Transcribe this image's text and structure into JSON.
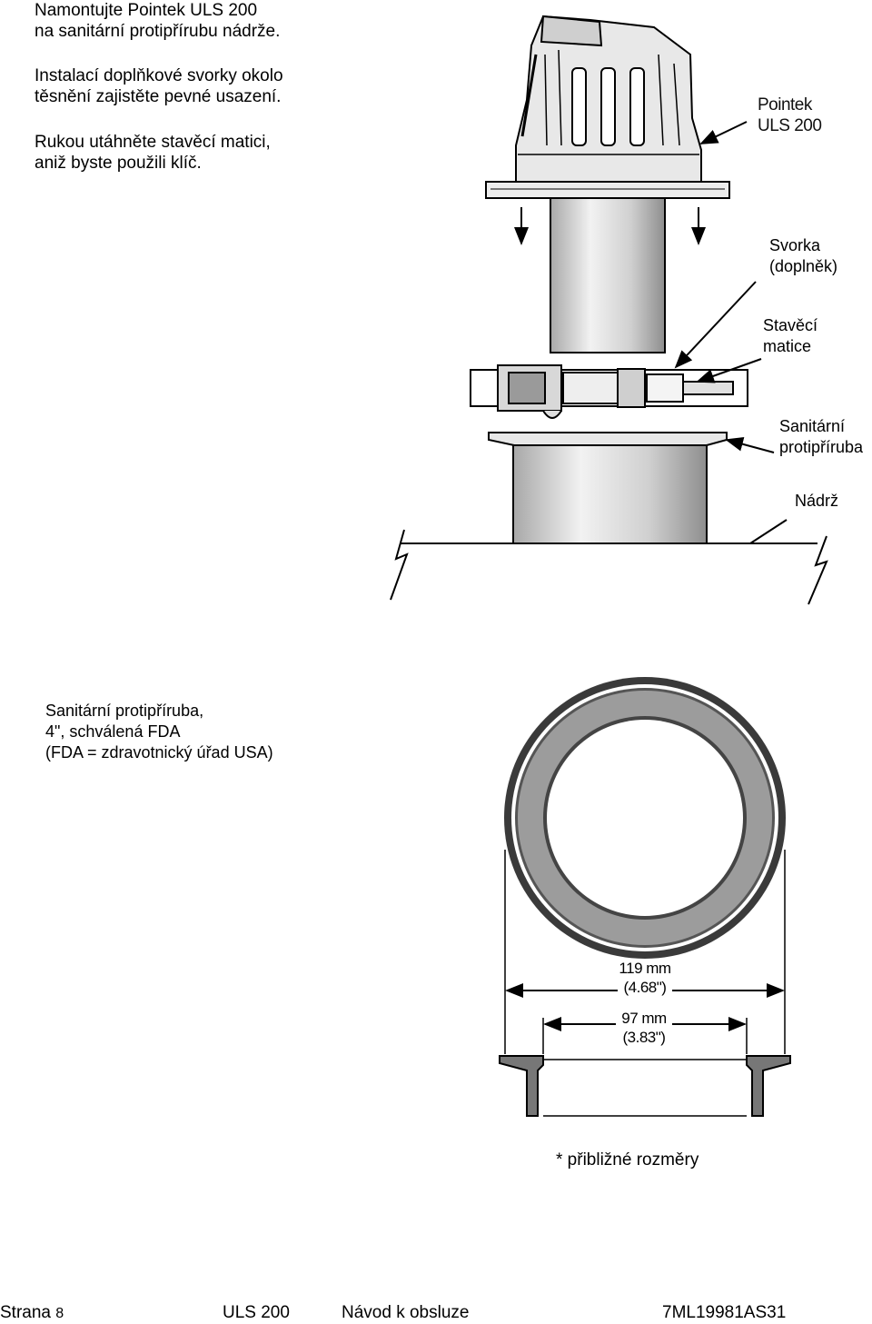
{
  "instructions": [
    [
      "Namontujte Pointek ULS 200",
      "na sanitární protipřírubu nádrže."
    ],
    [
      "Instalací doplňkové svorky okolo",
      "těsnění zajistěte pevné usazení."
    ],
    [
      "Rukou utáhněte stavěcí matici,",
      "aniž byste použili klíč."
    ]
  ],
  "figure1": {
    "product_label": [
      "Pointek",
      "ULS 200"
    ],
    "clamp_label": [
      "Svorka",
      "(doplněk)"
    ],
    "nut_label": [
      "Stavěcí",
      "matice"
    ],
    "flange_label": [
      "Sanitární",
      "protipříruba"
    ],
    "tank_label": "Nádrž"
  },
  "figure2": {
    "caption": [
      "Sanitární protipříruba,",
      "4\", schválená FDA",
      "(FDA = zdravotnický úřad USA)"
    ],
    "outer_dim": [
      "119 mm",
      "(4.68\")"
    ],
    "inner_dim": [
      "97 mm",
      "(3.83\")"
    ],
    "note": "* přibližné rozměry"
  },
  "footer": {
    "page_prefix": "Strana",
    "page_number": "8",
    "product": "ULS 200",
    "doc_title": "Návod k obsluze",
    "doc_code": "7ML19981AS31"
  }
}
